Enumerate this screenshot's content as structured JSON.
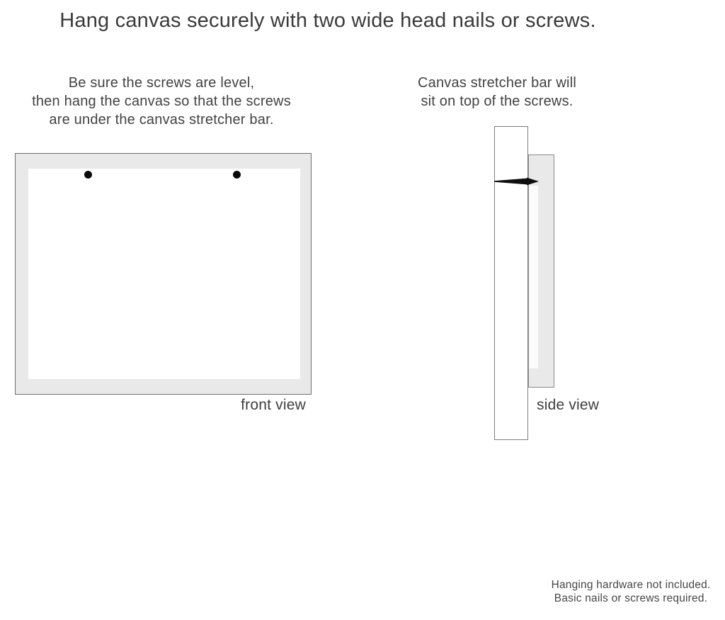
{
  "title": "Hang canvas securely with two wide head nails or screws.",
  "instructions": {
    "front": {
      "lines": [
        "Be sure the screws are level,",
        "then hang the canvas so that the screws",
        "are under the canvas stretcher bar."
      ]
    },
    "side": {
      "lines": [
        "Canvas stretcher bar will",
        "sit on top of the screws."
      ]
    }
  },
  "front_view": {
    "label": "front view"
  },
  "side_view": {
    "label": "side view"
  },
  "footnote": {
    "lines": [
      "Hanging hardware not included.",
      "Basic nails or screws required."
    ]
  },
  "colors": {
    "canvas_mat_fill": "#e9e9e9",
    "outline_gray": "#6e6e6e",
    "nail_black": "#0e0e0e",
    "text": "#3f3f3f"
  }
}
